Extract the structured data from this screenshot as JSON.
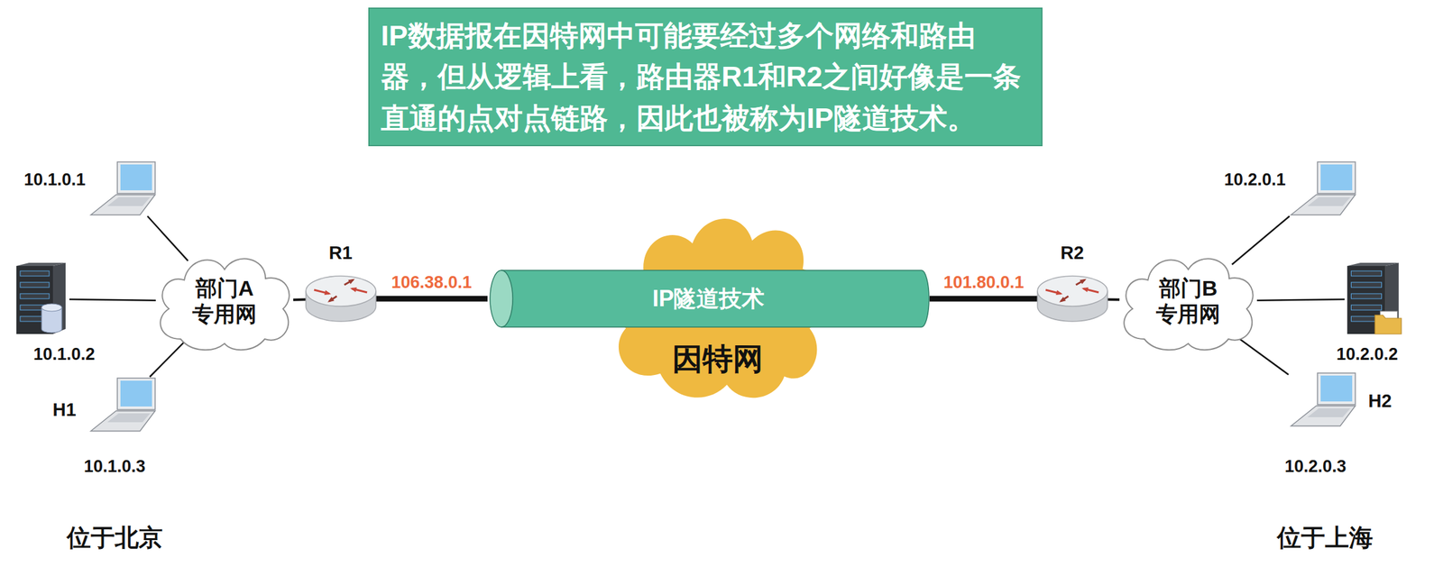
{
  "diagram": {
    "nodes": [
      {
        "text": [
          "IP数据报在因特网中可能要经过多个网络和路由器，但从逻辑上看，路由器R1和R2之间好像是一条直通的点对点链路，因此也被称为IP隧道技术。"
        ]
      },
      {
        "text": [
          "10.1.0.1"
        ]
      },
      {
        "text": [
          "10.1.0.2"
        ]
      },
      {
        "text": [
          "H1",
          "10.1.0.3"
        ]
      },
      {
        "text": [
          "部门A 专用网"
        ]
      },
      {
        "text": [
          "R1"
        ]
      },
      {
        "text": [
          "因特网"
        ]
      },
      {
        "text": [
          "IP隧道技术"
        ]
      },
      {
        "text": [
          "R2"
        ]
      },
      {
        "text": [
          "部门B 专用网"
        ]
      },
      {
        "text": [
          "10.2.0.1"
        ]
      },
      {
        "text": [
          "10.2.0.2"
        ]
      },
      {
        "text": [
          "H2",
          "10.2.0.3"
        ]
      }
    ],
    "edges": [
      {
        "from": 1,
        "to": 4,
        "arrow": "none"
      },
      {
        "from": 2,
        "to": 4,
        "arrow": "none"
      },
      {
        "from": 3,
        "to": 4,
        "arrow": "none"
      },
      {
        "from": 4,
        "to": 5,
        "arrow": "none"
      },
      {
        "from": 5,
        "to": 7,
        "label": "106.38.0.1",
        "arrow": "none"
      },
      {
        "from": 7,
        "to": 8,
        "label": "101.80.0.1",
        "arrow": "none"
      },
      {
        "from": 8,
        "to": 9,
        "arrow": "none"
      },
      {
        "from": 9,
        "to": 10,
        "arrow": "none"
      },
      {
        "from": 9,
        "to": 11,
        "arrow": "none"
      },
      {
        "from": 9,
        "to": 12,
        "arrow": "none"
      }
    ],
    "labels": [
      "位于北京",
      "位于上海"
    ]
  }
}
